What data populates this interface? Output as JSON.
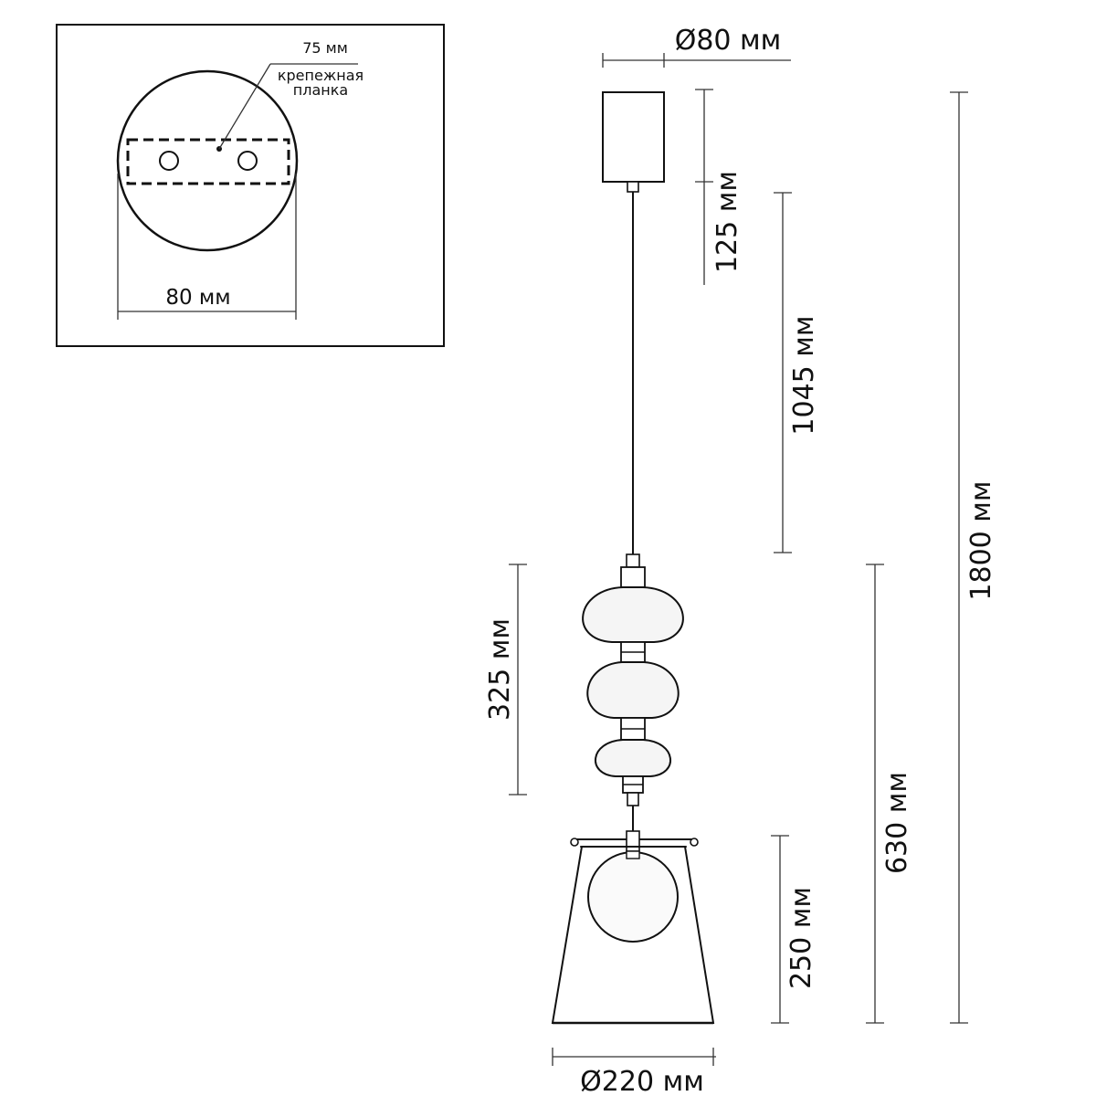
{
  "inset": {
    "plate_width_label": "75 мм",
    "plate_caption_line1": "крепежная",
    "plate_caption_line2": "планка",
    "diameter_label": "80 мм"
  },
  "dimensions": {
    "canopy_diameter": "Ø80 мм",
    "canopy_height": "125 мм",
    "cable_length": "1045 мм",
    "total_height": "1800 мм",
    "decor_height": "325 мм",
    "lamp_height": "630 мм",
    "shade_height": "250 мм",
    "shade_diameter": "Ø220 мм"
  }
}
